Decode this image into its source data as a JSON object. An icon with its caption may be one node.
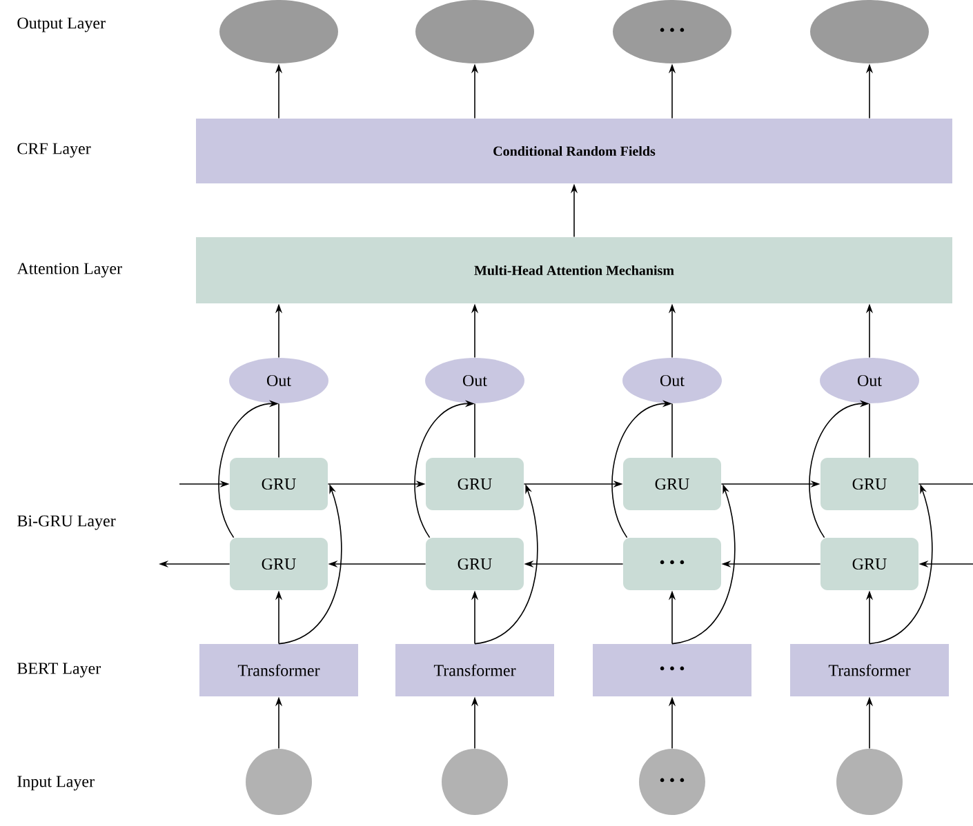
{
  "diagram": {
    "nodes": [
      {
        "text": [],
        "shape": "ellipse"
      },
      {
        "text": [],
        "shape": "ellipse"
      },
      {
        "text": [
          "• • •"
        ]
      },
      {
        "text": [],
        "shape": "ellipse"
      },
      {
        "text": [
          "Conditional Random Fields"
        ]
      },
      {
        "text": [
          "Multi-Head Attention Mechanism"
        ]
      },
      {
        "text": [
          "Out"
        ]
      },
      {
        "text": [
          "Out"
        ]
      },
      {
        "text": [
          "Out"
        ]
      },
      {
        "text": [
          "Out"
        ]
      },
      {
        "text": [
          "GRU"
        ]
      },
      {
        "text": [
          "GRU"
        ]
      },
      {
        "text": [
          "GRU"
        ]
      },
      {
        "text": [
          "GRU"
        ]
      },
      {
        "text": [
          "GRU"
        ]
      },
      {
        "text": [
          "GRU"
        ]
      },
      {
        "text": [
          "• • •"
        ]
      },
      {
        "text": [
          "GRU"
        ]
      },
      {
        "text": [
          "Transformer"
        ]
      },
      {
        "text": [
          "Transformer"
        ]
      },
      {
        "text": [
          "• • •"
        ]
      },
      {
        "text": [
          "Transformer"
        ]
      },
      {
        "text": [],
        "shape": "circle"
      },
      {
        "text": [],
        "shape": "circle"
      },
      {
        "text": [
          "• • •"
        ]
      },
      {
        "text": [],
        "shape": "circle"
      }
    ],
    "edges": [
      {
        "from": 4,
        "to": 0,
        "arrow": "to"
      },
      {
        "from": 4,
        "to": 1,
        "arrow": "to"
      },
      {
        "from": 4,
        "to": 2,
        "arrow": "to"
      },
      {
        "from": 4,
        "to": 3,
        "arrow": "to"
      },
      {
        "from": 5,
        "to": 4,
        "arrow": "to"
      },
      {
        "from": 6,
        "to": 5,
        "arrow": "to"
      },
      {
        "from": 7,
        "to": 5,
        "arrow": "to"
      },
      {
        "from": 8,
        "to": 5,
        "arrow": "to"
      },
      {
        "from": 9,
        "to": 5,
        "arrow": "to"
      },
      {
        "from": 10,
        "to": 6,
        "arrow": "none"
      },
      {
        "from": 11,
        "to": 7,
        "arrow": "none"
      },
      {
        "from": 12,
        "to": 8,
        "arrow": "none"
      },
      {
        "from": 13,
        "to": 9,
        "arrow": "none"
      },
      {
        "from": 14,
        "to": 6,
        "arrow": "to"
      },
      {
        "from": 15,
        "to": 7,
        "arrow": "to"
      },
      {
        "from": 16,
        "to": 8,
        "arrow": "to"
      },
      {
        "from": 17,
        "to": 9,
        "arrow": "to"
      },
      {
        "from": null,
        "to": 10,
        "arrow": "to"
      },
      {
        "from": 10,
        "to": 11,
        "arrow": "to"
      },
      {
        "from": 11,
        "to": 12,
        "arrow": "to"
      },
      {
        "from": 12,
        "to": 13,
        "arrow": "to"
      },
      {
        "from": 13,
        "to": null,
        "arrow": "none"
      },
      {
        "from": null,
        "to": 17,
        "arrow": "to"
      },
      {
        "from": 17,
        "to": 16,
        "arrow": "to"
      },
      {
        "from": 16,
        "to": 15,
        "arrow": "to"
      },
      {
        "from": 15,
        "to": 14,
        "arrow": "to"
      },
      {
        "from": 14,
        "to": null,
        "arrow": "to"
      },
      {
        "from": 18,
        "to": 14,
        "arrow": "to"
      },
      {
        "from": 19,
        "to": 15,
        "arrow": "to"
      },
      {
        "from": 20,
        "to": 16,
        "arrow": "to"
      },
      {
        "from": 21,
        "to": 17,
        "arrow": "to"
      },
      {
        "from": 18,
        "to": 10,
        "arrow": "to"
      },
      {
        "from": 19,
        "to": 11,
        "arrow": "to"
      },
      {
        "from": 20,
        "to": 12,
        "arrow": "to"
      },
      {
        "from": 21,
        "to": 13,
        "arrow": "to"
      },
      {
        "from": 22,
        "to": 18,
        "arrow": "to"
      },
      {
        "from": 23,
        "to": 19,
        "arrow": "to"
      },
      {
        "from": 24,
        "to": 20,
        "arrow": "to"
      },
      {
        "from": 25,
        "to": 21,
        "arrow": "to"
      }
    ],
    "labels": [
      "Output Layer",
      "CRF Layer",
      "Attention Layer",
      "Bi-GRU Layer",
      "BERT Layer",
      "Input Layer"
    ]
  }
}
